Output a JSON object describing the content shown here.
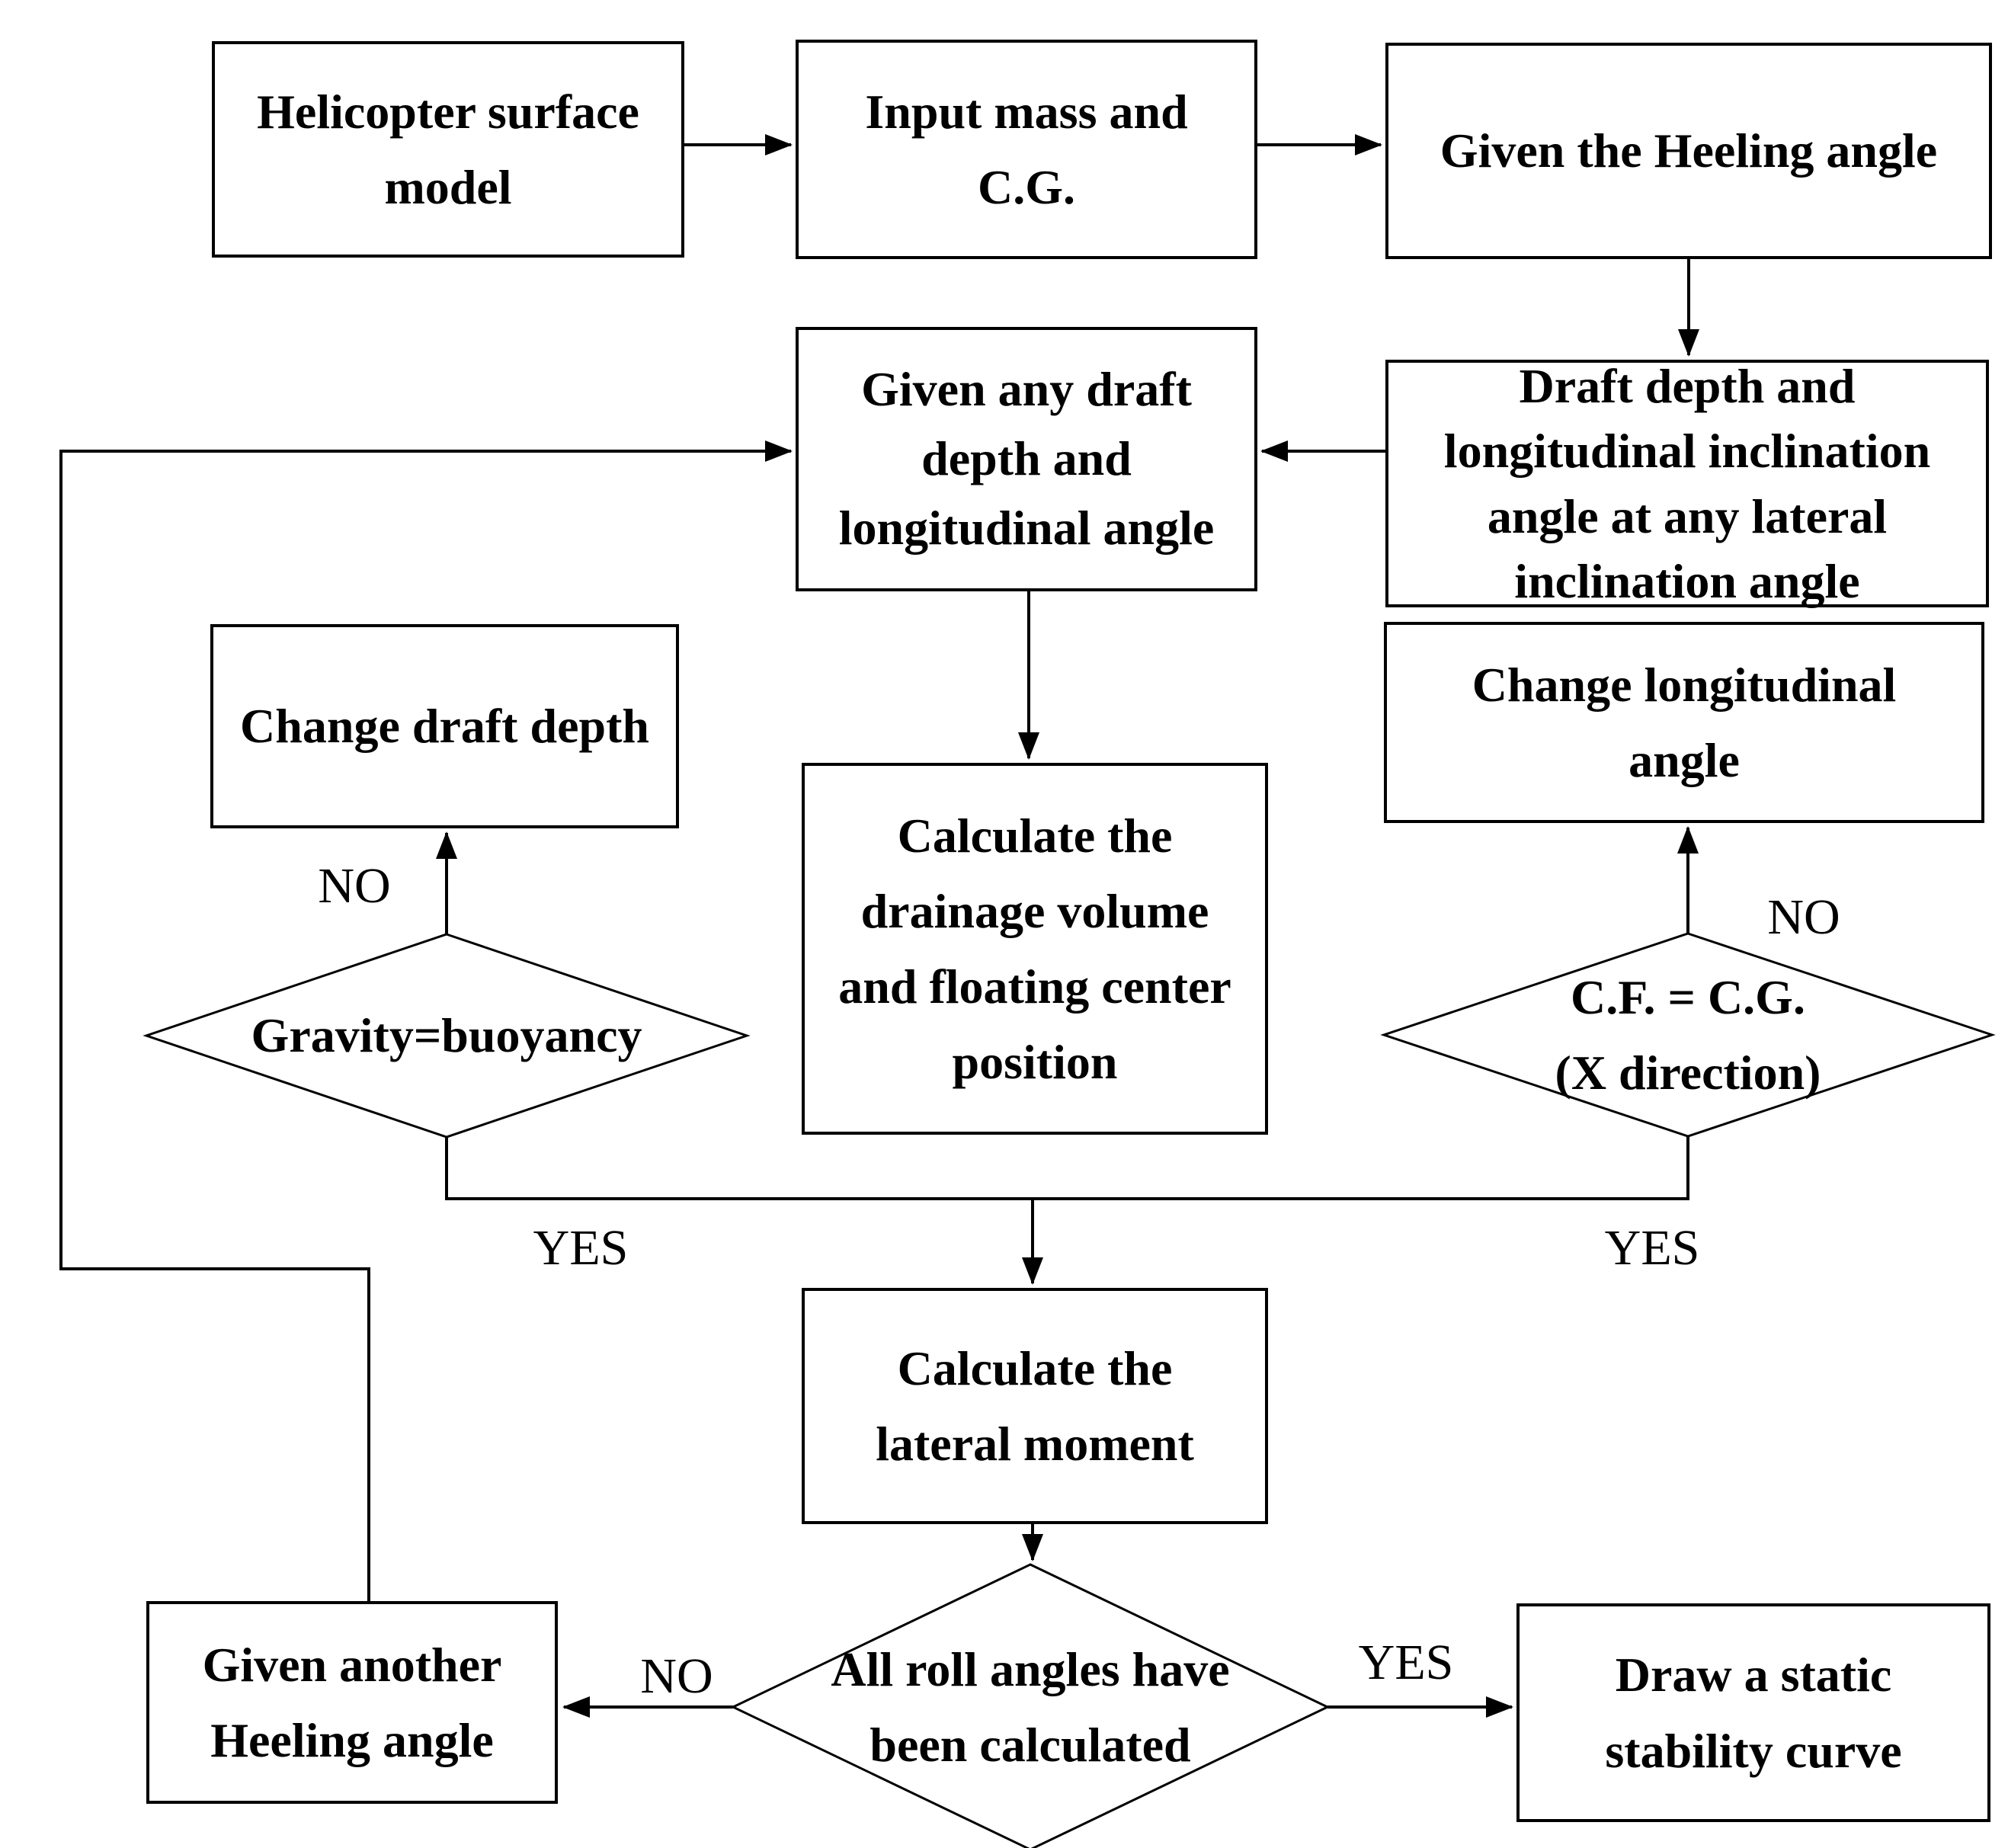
{
  "diagram": {
    "type": "flowchart",
    "background_color": "#ffffff",
    "line_color": "#000000",
    "text_color": "#000000",
    "nodes": {
      "helicopter_model": {
        "type": "process",
        "label": "Helicopter surface model",
        "lines": [
          "Helicopter surface",
          "model"
        ]
      },
      "input_mass_cg": {
        "type": "process",
        "label": "Input mass and C.G.",
        "lines": [
          "Input mass and",
          "C.G."
        ]
      },
      "given_heeling_angle": {
        "type": "process",
        "label": "Given the Heeling angle",
        "lines": [
          "Given the Heeling angle"
        ]
      },
      "given_any_draft": {
        "type": "process",
        "label": "Given any draft depth and longitudinal angle",
        "lines": [
          "Given any draft",
          "depth and",
          "longitudinal angle"
        ]
      },
      "draft_depth_longitudinal": {
        "type": "process",
        "label": "Draft depth and longitudinal inclination angle at any lateral inclination angle",
        "lines": [
          "Draft depth and",
          "longitudinal inclination",
          "angle at any lateral",
          "inclination angle"
        ]
      },
      "change_draft_depth": {
        "type": "process",
        "label": "Change draft depth",
        "lines": [
          "Change draft depth"
        ]
      },
      "change_longitudinal_angle": {
        "type": "process",
        "label": "Change longitudinal angle",
        "lines": [
          "Change longitudinal",
          "angle"
        ]
      },
      "calc_drainage_volume": {
        "type": "process",
        "label": "Calculate the drainage volume and floating center position",
        "lines": [
          "Calculate the",
          "drainage volume",
          "and floating center",
          "position"
        ]
      },
      "gravity_buoyancy": {
        "type": "decision",
        "label": "Gravity=buoyancy",
        "lines": [
          "Gravity=buoyancy"
        ]
      },
      "cf_equals_cg": {
        "type": "decision",
        "label": "C.F. = C.G. (X direction)",
        "lines": [
          "C.F. = C.G.",
          "(X direction)"
        ]
      },
      "calc_lateral_moment": {
        "type": "process",
        "label": "Calculate the lateral moment",
        "lines": [
          "Calculate the",
          "lateral moment"
        ]
      },
      "all_roll_angles": {
        "type": "decision",
        "label": "All roll angles have been calculated",
        "lines": [
          "All roll angles have",
          "been calculated"
        ]
      },
      "given_another_heeling": {
        "type": "process",
        "label": "Given another Heeling angle",
        "lines": [
          "Given another",
          "Heeling angle"
        ]
      },
      "draw_static_curve": {
        "type": "process",
        "label": "Draw a static stability curve",
        "lines": [
          "Draw a static",
          "stability curve"
        ]
      }
    },
    "edge_labels": {
      "gravity_no": "NO",
      "gravity_yes": "YES",
      "cfcg_no": "NO",
      "cfcg_yes": "YES",
      "allroll_no": "NO",
      "allroll_yes": "YES"
    }
  }
}
